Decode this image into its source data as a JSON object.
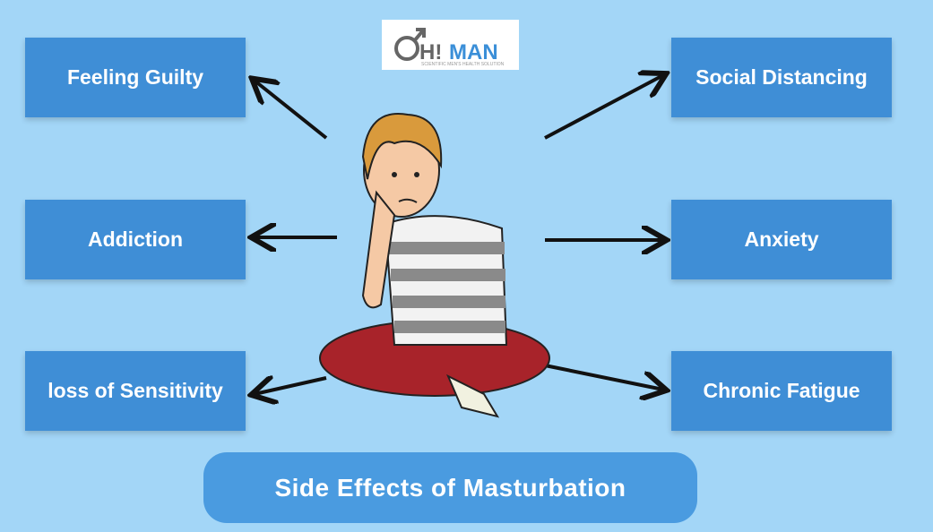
{
  "logo": {
    "text": "OH! MAN",
    "tagline": "SCIENTIFIC MEN'S HEALTH SOLUTION"
  },
  "left_effects": [
    "Feeling Guilty",
    "Addiction",
    "loss of Sensitivity"
  ],
  "right_effects": [
    "Social Distancing",
    "Anxiety",
    "Chronic Fatigue"
  ],
  "title": "Side Effects of Masturbation",
  "colors": {
    "background": "#a3d6f7",
    "box": "#3f8ed6",
    "title_pill": "#4a9be0"
  }
}
